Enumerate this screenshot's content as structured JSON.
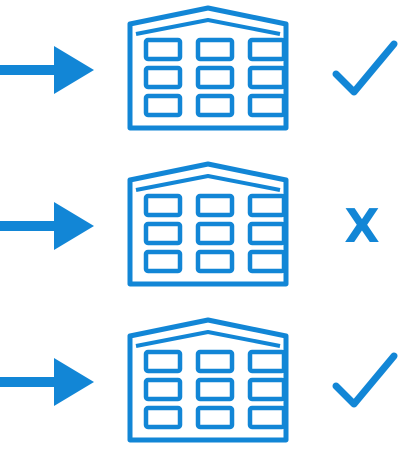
{
  "colors": {
    "accent": "#1286d6"
  },
  "rows": [
    {
      "status": "check",
      "status_icon": "check-icon"
    },
    {
      "status": "x",
      "status_text": "X"
    },
    {
      "status": "check",
      "status_icon": "check-icon"
    }
  ]
}
